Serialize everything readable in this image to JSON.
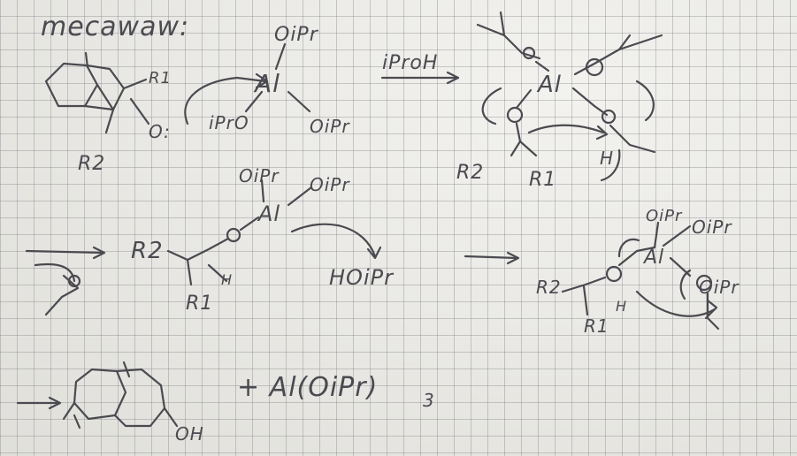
{
  "note": {
    "heading": "mecawaw:",
    "step1": {
      "reagent": "iProH",
      "al_top_ligand": "OiPr",
      "al_right_ligand": "OiPr",
      "al_left_ligand": "iPrO",
      "al_symbol": "Al",
      "substituent_r1": "R1",
      "substituent_r2": "R2",
      "oxygen_label": "O:"
    },
    "step1_product": {
      "al_symbol": "Al",
      "r2_label": "R2",
      "r1_label": "R1",
      "h_label": "H"
    },
    "step2": {
      "r2_label": "R2",
      "r1_label": "R1",
      "h_label": "H",
      "ligand_top": "OiPr",
      "ligand_right": "OiPr",
      "al_symbol": "Al",
      "leaving_group": "HOiPr"
    },
    "step2_product": {
      "r2_label": "R2",
      "r1_label": "R1",
      "h_label": "H",
      "ligand_top": "OiPr",
      "ligand_right": "OiPr",
      "ligand_bottom": "OiPr",
      "al_symbol": "Al"
    },
    "final": {
      "product_fragment": "OH",
      "byproduct": "+ Al(OiPr)",
      "byproduct_subscript": "3"
    }
  },
  "colors": {
    "paper": "#ecebe6",
    "grid": "#8a8a8f",
    "ink": "#4a4a50"
  }
}
